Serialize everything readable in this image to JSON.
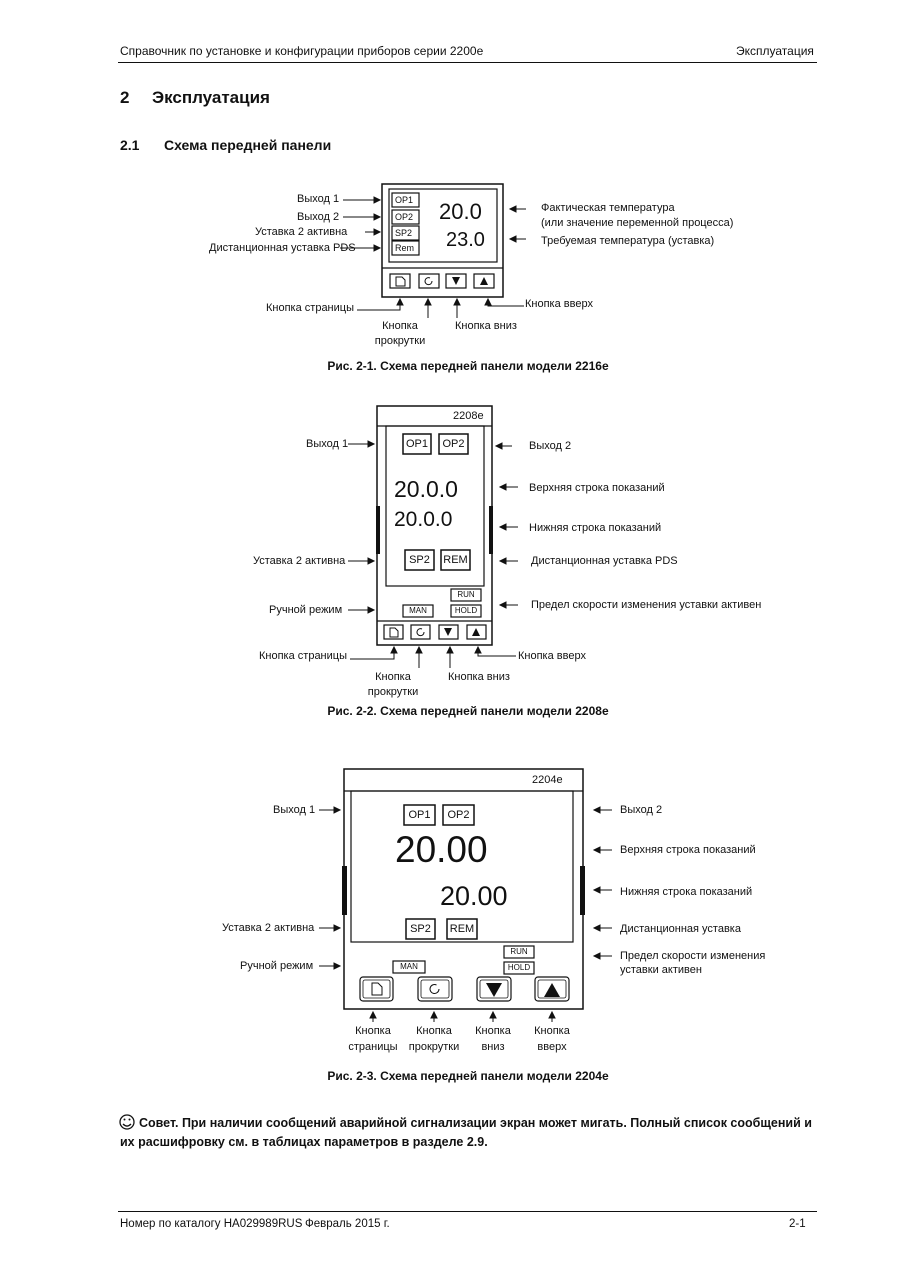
{
  "header": {
    "left": "Справочник по установке и конфигурации приборов серии 2200e",
    "right": "Эксплуатация"
  },
  "section": {
    "number": "2",
    "title": "Эксплуатация"
  },
  "subsection": {
    "number": "2.1",
    "title": "Схема передней панели"
  },
  "fig1": {
    "caption": "Рис. 2-1. Схема передней панели модели 2216e",
    "display_upper": "20.0",
    "display_lower": "23.0",
    "indicators": [
      "OP1",
      "OP2",
      "SP2",
      "Rem"
    ],
    "labels": {
      "out1": "Выход 1",
      "out2": "Выход 2",
      "sp2": "Уставка 2 активна",
      "remote": "Дистанционная уставка PDS",
      "actual_temp": "Фактическая температура",
      "actual_temp_note": "(или значение переменной процесса)",
      "target_temp": "Требуемая температура (уставка)",
      "page_btn": "Кнопка страницы",
      "scroll_btn_1": "Кнопка",
      "scroll_btn_2": "прокрутки",
      "down_btn": "Кнопка вниз",
      "up_btn": "Кнопка вверх"
    }
  },
  "fig2": {
    "caption": "Рис. 2-2. Схема передней панели модели 2208e",
    "model": "2208e",
    "display_upper": "20.0.0",
    "display_lower": "20.0.0",
    "indicators": {
      "op1": "OP1",
      "op2": "OP2",
      "sp2": "SP2",
      "rem": "REM",
      "run": "RUN",
      "man": "MAN",
      "hold": "HOLD"
    },
    "labels": {
      "out1": "Выход 1",
      "out2": "Выход 2",
      "upper": "Верхняя строка показаний",
      "lower": "Нижняя строка показаний",
      "sp2": "Уставка 2 активна",
      "remote": "Дистанционная уставка PDS",
      "manual": "Ручной режим",
      "rate": "Предел скорости изменения уставки активен",
      "page_btn": "Кнопка страницы",
      "scroll_btn_1": "Кнопка",
      "scroll_btn_2": "прокрутки",
      "down_btn": "Кнопка вниз",
      "up_btn": "Кнопка вверх"
    }
  },
  "fig3": {
    "caption": "Рис. 2-3. Схема передней панели модели 2204e",
    "model": "2204e",
    "display_upper": "20.00",
    "display_lower": "20.00",
    "indicators": {
      "op1": "OP1",
      "op2": "OP2",
      "sp2": "SP2",
      "rem": "REM",
      "run": "RUN",
      "man": "MAN",
      "hold": "HOLD"
    },
    "labels": {
      "out1": "Выход 1",
      "out2": "Выход 2",
      "upper": "Верхняя строка показаний",
      "lower": "Нижняя строка показаний",
      "sp2": "Уставка 2 активна",
      "remote": "Дистанционная уставка",
      "manual": "Ручной режим",
      "rate_1": "Предел скорости изменения",
      "rate_2": "уставки активен",
      "btn_word": "Кнопка",
      "page": "страницы",
      "scroll": "прокрутки",
      "down": "вниз",
      "up": "вверх"
    }
  },
  "note": {
    "icon": "smiley-icon",
    "text": "Совет. При наличии сообщений аварийной сигнализации экран может мигать. Полный список сообщений и их расшифровку см. в таблицах параметров в разделе 2.9."
  },
  "footer": {
    "catalog": "Номер по каталогу HA029989RUS",
    "date": "Февраль 2015 г.",
    "page": "2-1"
  }
}
